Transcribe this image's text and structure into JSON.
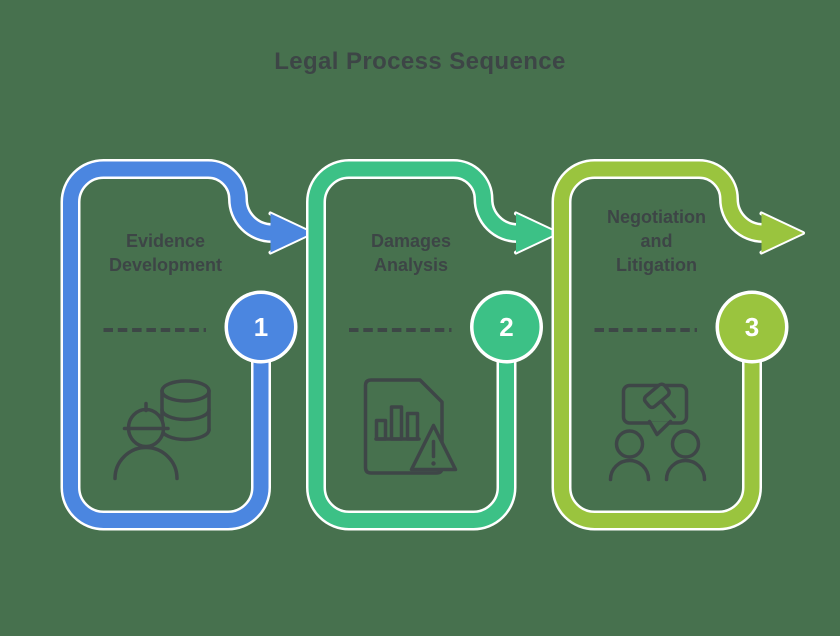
{
  "title": "Legal Process Sequence",
  "colors": {
    "background": "#47714e",
    "title_text": "#3d4546",
    "label_text": "#3d4546",
    "icon_stroke": "#3e4647",
    "dash": "#3d4746",
    "outline_white": "#ffffff",
    "number_text": "#ffffff"
  },
  "stages": [
    {
      "number": "1",
      "color": "#4b86e0",
      "lines": [
        "Evidence",
        "Development"
      ],
      "icon": "investigator-and-database-icon"
    },
    {
      "number": "2",
      "color": "#3cc186",
      "lines": [
        "Damages",
        "Analysis"
      ],
      "icon": "chart-report-warning-icon"
    },
    {
      "number": "3",
      "color": "#9ac43e",
      "lines": [
        "Negotiation",
        "and",
        "Litigation"
      ],
      "icon": "discussion-gavel-icon"
    }
  ]
}
